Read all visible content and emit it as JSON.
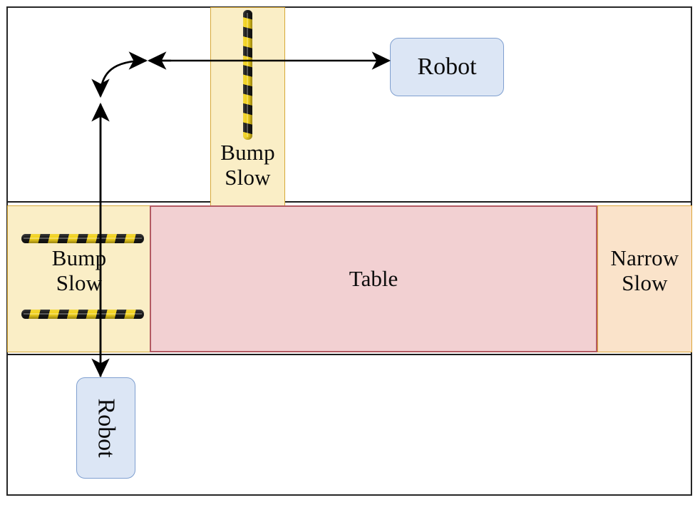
{
  "diagram": {
    "title": "Robot corridor navigation with slow zones",
    "colors": {
      "bump_zone_fill": "#faeec6",
      "bump_zone_border": "#d6a838",
      "narrow_zone_fill": "#fae3ca",
      "narrow_zone_border": "#dda53a",
      "table_fill": "#f2d0d2",
      "table_border": "#b35a62",
      "robot_fill": "#dce6f5",
      "robot_border": "#7f9fd0",
      "frame_border": "#262626",
      "arrow_stroke": "#000000",
      "hazard_black": "#191919",
      "hazard_yellow": "#f2d21c"
    },
    "zones": {
      "bump_vertical": {
        "label_line1": "Bump",
        "label_line2": "Slow"
      },
      "bump_horizontal": {
        "label_line1": "Bump",
        "label_line2": "Slow"
      },
      "narrow": {
        "label_line1": "Narrow",
        "label_line2": "Slow"
      },
      "table": {
        "label": "Table"
      }
    },
    "robots": {
      "top": {
        "label": "Robot"
      },
      "bottom": {
        "label": "Robot"
      }
    }
  }
}
